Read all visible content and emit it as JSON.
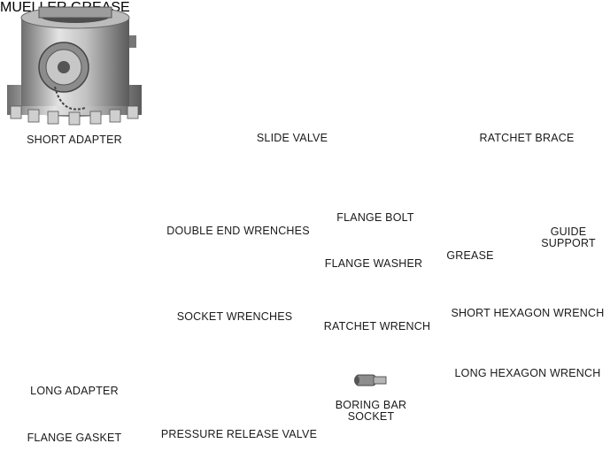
{
  "labels": {
    "short_adapter": "SHORT ADAPTER",
    "slide_valve": "SLIDE VALVE",
    "ratchet_brace": "RATCHET BRACE",
    "double_end_wrenches": "DOUBLE END WRENCHES",
    "flange_bolt": "FLANGE BOLT",
    "grease": "GREASE",
    "guide_support": "GUIDE SUPPORT",
    "flange_washer": "FLANGE WASHER",
    "socket_wrenches": "SOCKET WRENCHES",
    "ratchet_wrench": "RATCHET WRENCH",
    "short_hexagon_wrench": "SHORT HEXAGON WRENCH",
    "long_hexagon_wrench": "LONG HEXAGON WRENCH",
    "long_adapter": "LONG ADAPTER",
    "boring_bar_socket": "BORING BAR SOCKET",
    "flange_gasket": "FLANGE GASKET",
    "pressure_release_valve": "PRESSURE RELEASE VALVE"
  },
  "grease_can_text": {
    "line1": "MUELLER",
    "line2": "GREASE"
  },
  "icons": [
    "short-adapter-icon",
    "slide-valve-icon",
    "ratchet-brace-icon",
    "double-end-wrench-icon",
    "flange-bolt-icon",
    "grease-can-icon",
    "guide-support-icon",
    "flange-washer-icon",
    "socket-wrench-icon",
    "ratchet-wrench-icon",
    "short-hexagon-wrench-icon",
    "long-hexagon-wrench-icon",
    "long-adapter-icon",
    "boring-bar-socket-icon",
    "flange-gasket-icon",
    "pressure-release-valve-icon"
  ],
  "colors": {
    "metal_light": "#d6d6d6",
    "metal_mid": "#9a9a9a",
    "metal_dark": "#4a4a4a",
    "grease_can": "#c8b48a",
    "label_text": "#1a1a1a"
  }
}
